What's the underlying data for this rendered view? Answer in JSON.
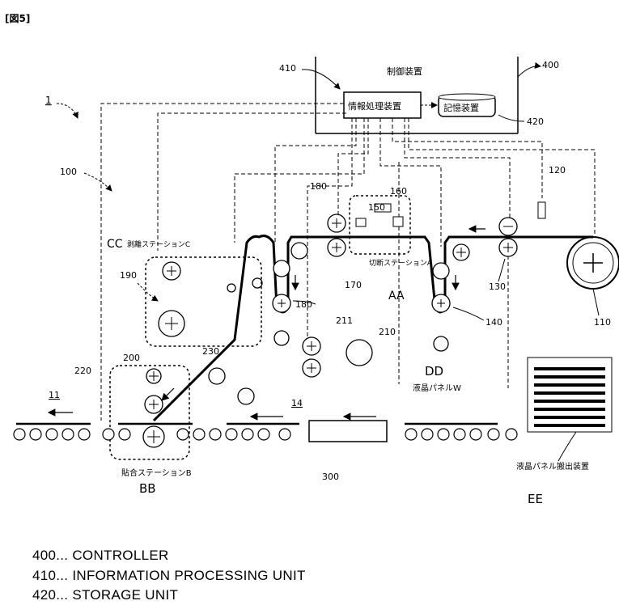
{
  "figure_tag": "[図5]",
  "system_ref": "1",
  "labels": {
    "controller_title": "制御装置",
    "info_unit": "情報処理装置",
    "storage_unit": "記憶装置",
    "station_c": "剥離ステーションC",
    "station_a": "切断ステーションA",
    "station_b": "貼合ステーションB",
    "panel_w": "液晶パネルW",
    "panel_out": "液晶パネル搬出装置",
    "CC": "CC",
    "AA": "AA",
    "BB": "BB",
    "DD": "DD",
    "EE": "EE"
  },
  "refs": {
    "r400": "400",
    "r410": "410",
    "r420": "420",
    "r100": "100",
    "r110": "110",
    "r120": "120",
    "r130": "130",
    "r140": "140",
    "r150": "150",
    "r160": "160",
    "r170": "170",
    "r180a": "180",
    "r180b": "180",
    "r190": "190",
    "r200": "200",
    "r210": "210",
    "r211": "211",
    "r220": "220",
    "r230": "230",
    "r300": "300",
    "r11": "11",
    "r14": "14"
  },
  "legend": [
    "400... CONTROLLER",
    "410... INFORMATION PROCESSING UNIT",
    "420... STORAGE UNIT"
  ]
}
